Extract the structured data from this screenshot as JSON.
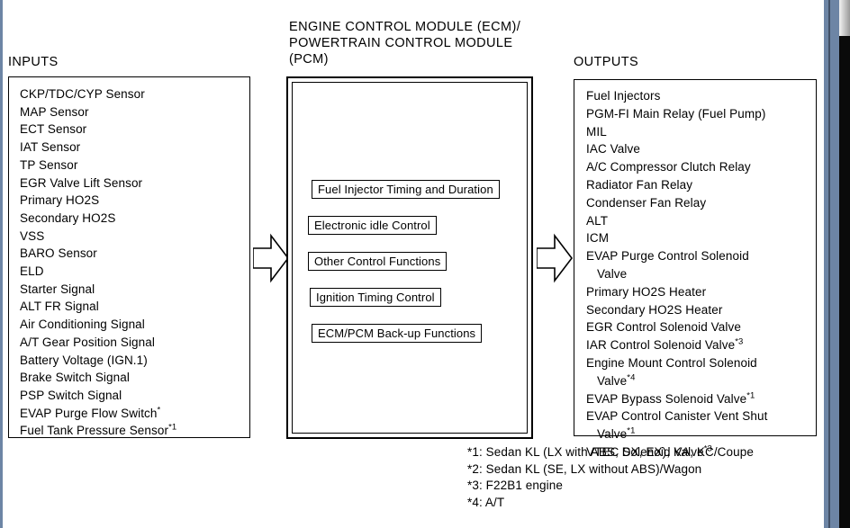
{
  "diagram": {
    "inputs": {
      "heading": "INPUTS",
      "items": [
        "CKP/TDC/CYP Sensor",
        "MAP Sensor",
        "ECT Sensor",
        "IAT Sensor",
        "TP Sensor",
        "EGR Valve Lift Sensor",
        "Primary HO2S",
        "Secondary HO2S",
        "VSS",
        "BARO Sensor",
        "ELD",
        "Starter Signal",
        "ALT FR Signal",
        "Air Conditioning Signal",
        "A/T Gear Position Signal",
        "Battery Voltage (IGN.1)",
        "Brake Switch Signal",
        "PSP Switch Signal",
        "EVAP Purge Flow Switch*",
        "Fuel Tank Pressure Sensor*1"
      ]
    },
    "ecm": {
      "heading": "ENGINE CONTROL MODULE (ECM)/\nPOWERTRAIN CONTROL MODULE\n(PCM)",
      "functions": [
        "Fuel Injector Timing and Duration",
        "Electronic idle Control",
        "Other Control Functions",
        "Ignition Timing Control",
        "ECM/PCM Back-up Functions"
      ]
    },
    "outputs": {
      "heading": "OUTPUTS",
      "items": [
        {
          "text": "Fuel Injectors",
          "continuation": false
        },
        {
          "text": "PGM-FI Main Relay (Fuel Pump)",
          "continuation": false
        },
        {
          "text": "MIL",
          "continuation": false
        },
        {
          "text": "IAC Valve",
          "continuation": false
        },
        {
          "text": "A/C Compressor Clutch Relay",
          "continuation": false
        },
        {
          "text": "Radiator Fan Relay",
          "continuation": false
        },
        {
          "text": "Condenser Fan Relay",
          "continuation": false
        },
        {
          "text": "ALT",
          "continuation": false
        },
        {
          "text": "ICM",
          "continuation": false
        },
        {
          "text": "EVAP Purge Control Solenoid",
          "continuation": false
        },
        {
          "text": "Valve",
          "continuation": true
        },
        {
          "text": "Primary HO2S Heater",
          "continuation": false
        },
        {
          "text": "Secondary HO2S Heater",
          "continuation": false
        },
        {
          "text": "EGR Control Solenoid Valve",
          "continuation": false
        },
        {
          "text": "IAR Control Solenoid Valve*3",
          "continuation": false
        },
        {
          "text": "Engine Mount Control Solenoid",
          "continuation": false
        },
        {
          "text": "Valve*4",
          "continuation": true
        },
        {
          "text": "EVAP Bypass Solenoid Valve*1",
          "continuation": false
        },
        {
          "text": "EVAP Control Canister Vent Shut",
          "continuation": false
        },
        {
          "text": "Valve*1",
          "continuation": true
        },
        {
          "text": "VTEC Solenoid Valve*3",
          "continuation": false
        }
      ]
    },
    "footnotes": [
      "*1: Sedan KL (LX with ABS, DX, EX), KA, KC/Coupe",
      "*2: Sedan KL (SE, LX without ABS)/Wagon",
      "*3: F22B1 engine",
      "*4: A/T"
    ],
    "arrows": {
      "inputs_to_ecm": "right-arrow",
      "ecm_to_outputs": "right-arrow"
    },
    "colors": {
      "ink": "#000000",
      "paper": "#ffffff",
      "window_chrome": "#6d85a5",
      "scrollbar_thumb": "#9a9a9a"
    }
  }
}
